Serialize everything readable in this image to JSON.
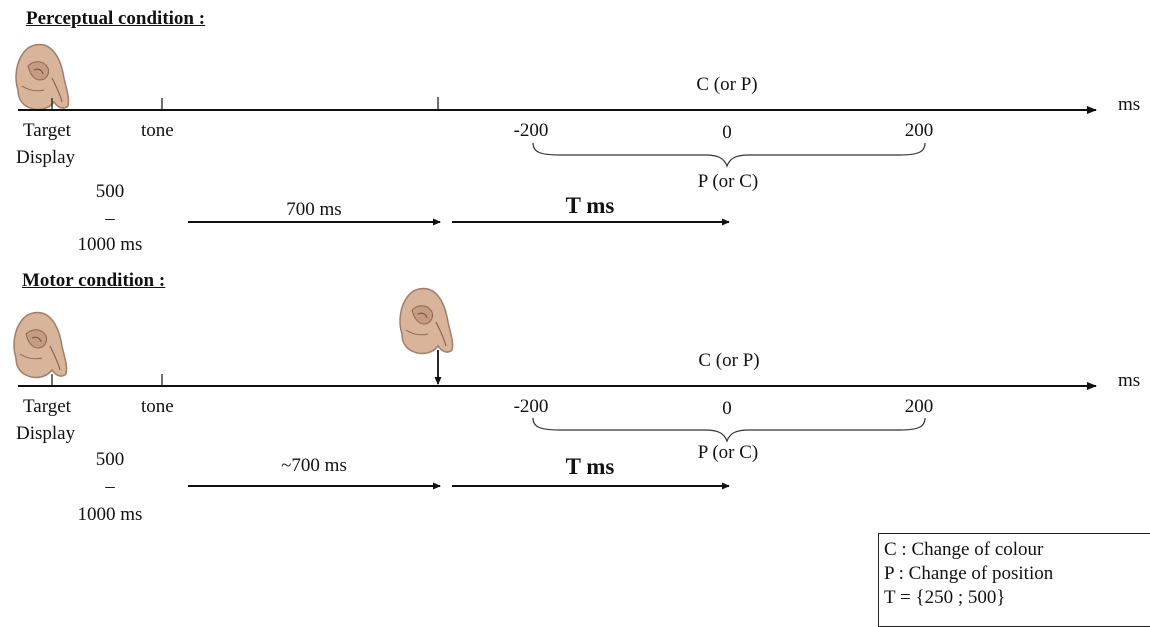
{
  "panels": {
    "perceptual": {
      "heading": "Perceptual condition :",
      "c_or_p": "C (or P)",
      "ms_unit": "ms",
      "target": "Target",
      "display": "Display",
      "tone": "tone",
      "neg200": "-200",
      "zero": "0",
      "pos200": "200",
      "p_or_c": "P (or C)",
      "dur_top": "500",
      "dur_dash": "–",
      "dur_bottom": "1000 ms",
      "interval": "700 ms",
      "t_ms": "T ms"
    },
    "motor": {
      "heading": "Motor condition :",
      "c_or_p": "C (or P)",
      "ms_unit": "ms",
      "target": "Target",
      "display": "Display",
      "tone": "tone",
      "neg200": "-200",
      "zero": "0",
      "pos200": "200",
      "p_or_c": "P (or C)",
      "dur_top": "500",
      "dur_dash": "–",
      "dur_bottom": "1000 ms",
      "interval": "~700 ms",
      "t_ms": "T ms"
    }
  },
  "legend": {
    "c": "C : Change of colour",
    "p": "P : Change of position",
    "t": "T = {250 ; 500}"
  },
  "icons": [
    "pointing-hand-icon"
  ],
  "colors": {
    "line": "#111111",
    "skin": "#d8b49a",
    "skin_shadow": "#a27d68"
  }
}
